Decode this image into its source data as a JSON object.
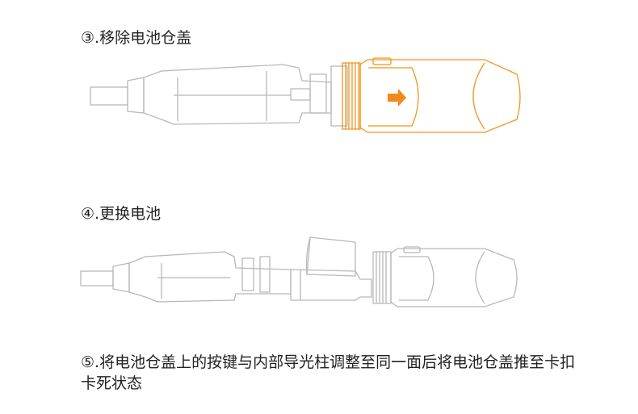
{
  "steps": [
    {
      "caption": "③.移除电池仓盖"
    },
    {
      "caption": "④.更换电池"
    },
    {
      "caption": "⑤.将电池仓盖上的按键与内部导光柱调整至同一面后将电池仓盖推至卡扣卡死状态"
    }
  ],
  "colors": {
    "outline_gray": "#b8b8b8",
    "accent_orange": "#f0951f",
    "arrow_orange": "#f08a1c",
    "text": "#222222"
  },
  "icons": [
    "right-arrow-icon"
  ]
}
